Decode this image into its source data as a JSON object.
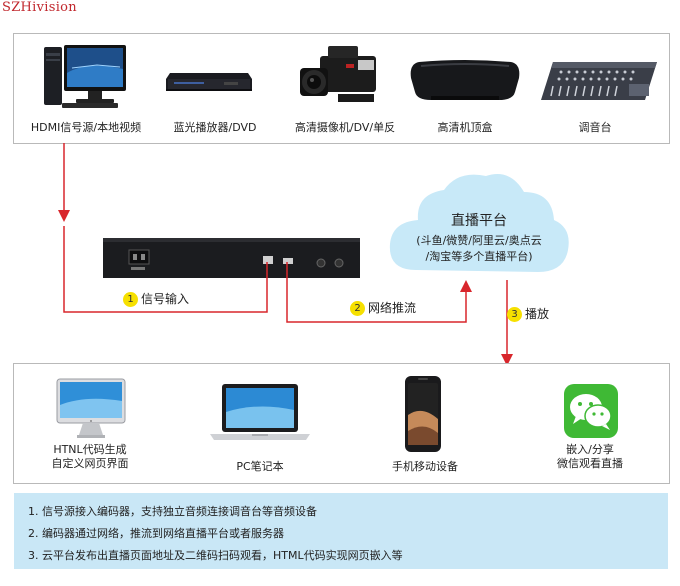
{
  "watermark": "SZHivision",
  "sources": [
    {
      "label": "HDMI信号源/本地视频",
      "icon": "pc-tower-monitor-icon"
    },
    {
      "label": "蓝光播放器/DVD",
      "icon": "bluray-player-icon"
    },
    {
      "label": "高清摄像机/DV/单反",
      "icon": "camcorder-icon"
    },
    {
      "label": "高清机顶盒",
      "icon": "set-top-box-icon"
    },
    {
      "label": "调音台",
      "icon": "audio-mixer-icon"
    }
  ],
  "cloud": {
    "title": "直播平台",
    "line1": "(斗鱼/微赞/阿里云/奥点云",
    "line2": "/淘宝等多个直播平台)"
  },
  "steps": [
    {
      "num": "1",
      "label": "信号输入"
    },
    {
      "num": "2",
      "label": "网络推流"
    },
    {
      "num": "3",
      "label": "播放"
    }
  ],
  "clients": [
    {
      "line1": "HTNL代码生成",
      "line2": "自定义网页界面",
      "icon": "imac-icon"
    },
    {
      "line1": "PC笔记本",
      "line2": "",
      "icon": "laptop-icon"
    },
    {
      "line1": "手机移动设备",
      "line2": "",
      "icon": "smartphone-icon"
    },
    {
      "line1": "嵌入/分享",
      "line2": "微信观看直播",
      "icon": "wechat-icon"
    }
  ],
  "notes": [
    "1. 信号源接入编码器，支持独立音频连接调音台等音频设备",
    "2. 编码器通过网络，推流到网络直播平台或者服务器",
    "3. 云平台发布出直播页面地址及二维码扫码观看，HTML代码实现网页嵌入等"
  ],
  "colors": {
    "arrow": "#d8262c",
    "badge": "#f6e000",
    "cloud": "#c8e9f8",
    "note_bg": "#c9e7f6"
  }
}
